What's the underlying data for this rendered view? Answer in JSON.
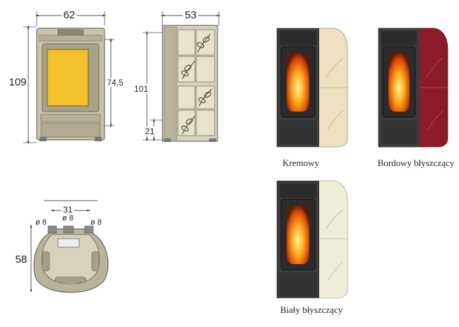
{
  "front_view": {
    "width": "62",
    "height": "109",
    "door_height": "74,5"
  },
  "side_view": {
    "depth": "53",
    "height": "101",
    "bottom": "21"
  },
  "top_view": {
    "spacing": "31",
    "pipe_left": "ø 8",
    "pipe_center": "ø 8",
    "pipe_right": "ø 8",
    "depth": "58"
  },
  "variants": [
    {
      "name": "Kremowy",
      "color": "#ede1c2"
    },
    {
      "name": "Bordowy błyszczący",
      "color": "#8c1b2a"
    },
    {
      "name": "Biały błyszczący",
      "color": "#f0edd9"
    }
  ],
  "colors": {
    "front_body": "#c9c3a7",
    "glass": "#f2c12e",
    "stove_body": "#3b3b3b"
  }
}
